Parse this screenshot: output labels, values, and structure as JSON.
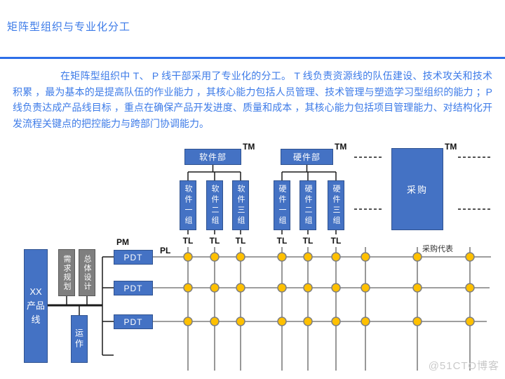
{
  "header": {
    "title": "矩阵型组织与专业化分工"
  },
  "intro": {
    "text": "在矩阵型组织中 T、 P 线干部采用了专业化的分工。 T 线负责资源线的队伍建设、技术攻关和技术积累 ，最为基本的是提高队伍的作业能力 ，其核心能力包括人员管理、技术管理与塑造学习型组织的能力 ；P 线负责达成产品线目标 ，重点在确保产品开发进度、质量和成本 ，其核心能力包括项目管理能力、对结构化开发流程关键点的把控能力与跨部门协调能力。"
  },
  "diagram": {
    "tm_label": "TM",
    "tl_label": "TL",
    "pm_label": "PM",
    "pl_label": "PL",
    "pdt_label": "PDT",
    "departments": [
      {
        "name": "软件部"
      },
      {
        "name": "硬件部"
      }
    ],
    "procurement": {
      "name": "采购"
    },
    "teams": [
      {
        "label": "软件一组"
      },
      {
        "label": "软件二组"
      },
      {
        "label": "软件三组"
      },
      {
        "label": "硬件一组"
      },
      {
        "label": "硬件二组"
      },
      {
        "label": "硬件三组"
      }
    ],
    "product_line": {
      "label": "XX产品线"
    },
    "support_boxes": [
      {
        "label": "需求规划"
      },
      {
        "label": "总体设计"
      }
    ],
    "operation": {
      "label": "运作"
    },
    "procurement_rep_label": "采购代表",
    "colors": {
      "box_blue": "#4472c4",
      "box_border": "#2f528f",
      "box_gray": "#7f7f7f",
      "node_yellow": "#ffc000",
      "line_gray": "#7f7f7f",
      "text_blue": "#3d7be8",
      "rule_blue": "#2d6fe8"
    }
  },
  "watermark": {
    "text": "@51CTO博客"
  }
}
